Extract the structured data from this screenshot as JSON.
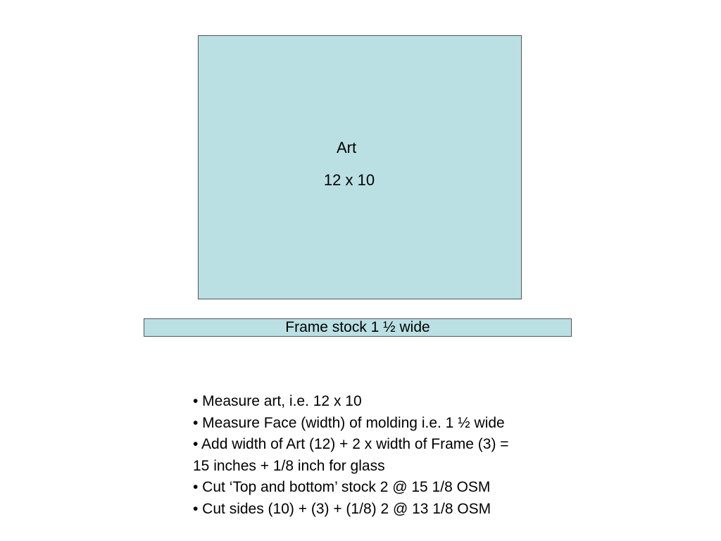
{
  "colors": {
    "box_fill": "#bae0e4",
    "box_border": "#555555",
    "text": "#000000",
    "background": "#ffffff"
  },
  "art": {
    "title": "Art",
    "dimensions": "12 x 10"
  },
  "frame_stock": {
    "label": "Frame stock 1 ½ wide"
  },
  "steps": [
    "• Measure art, i.e. 12 x 10",
    "• Measure Face (width) of molding i.e. 1 ½ wide",
    "• Add width of Art  (12) + 2 x width of Frame (3) =",
    "15 inches  + 1/8 inch for glass",
    "• Cut ‘Top and bottom’ stock 2 @ 15 1/8 OSM",
    "• Cut sides (10) + (3) + (1/8) 2 @ 13 1/8 OSM"
  ]
}
